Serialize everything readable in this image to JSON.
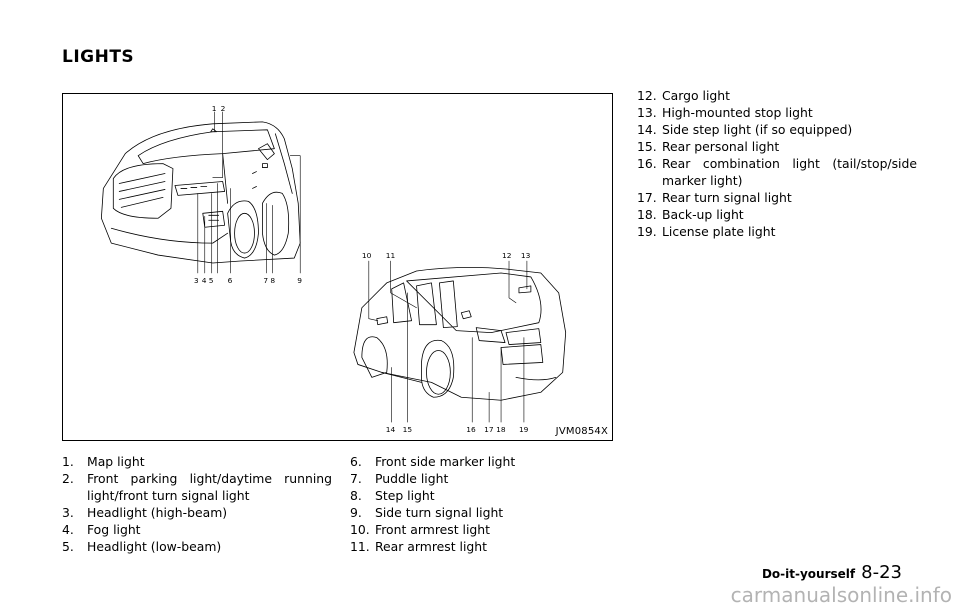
{
  "section_title": "LIGHTS",
  "figure": {
    "code": "JVM0854X",
    "front_callouts": [
      "1",
      "2",
      "3",
      "4",
      "5",
      "6",
      "7",
      "8",
      "9"
    ],
    "rear_callouts": [
      "10",
      "11",
      "12",
      "13",
      "14",
      "15",
      "16",
      "17",
      "18",
      "19"
    ]
  },
  "list_col1": [
    {
      "num": "1.",
      "text": "Map light"
    },
    {
      "num": "2.",
      "text": "Front parking light/daytime running light/front turn signal light"
    },
    {
      "num": "3.",
      "text": "Headlight (high-beam)"
    },
    {
      "num": "4.",
      "text": "Fog light"
    },
    {
      "num": "5.",
      "text": "Headlight (low-beam)"
    }
  ],
  "list_col2": [
    {
      "num": "6.",
      "text": "Front side marker light"
    },
    {
      "num": "7.",
      "text": "Puddle light"
    },
    {
      "num": "8.",
      "text": "Step light"
    },
    {
      "num": "9.",
      "text": "Side turn signal light"
    },
    {
      "num": "10.",
      "text": "Front armrest light"
    },
    {
      "num": "11.",
      "text": "Rear armrest light"
    }
  ],
  "list_col3": [
    {
      "num": "12.",
      "text": "Cargo light"
    },
    {
      "num": "13.",
      "text": "High-mounted stop light"
    },
    {
      "num": "14.",
      "text": "Side step light (if so equipped)"
    },
    {
      "num": "15.",
      "text": "Rear personal light"
    },
    {
      "num": "16.",
      "text": "Rear combination light (tail/stop/side marker light)"
    },
    {
      "num": "17.",
      "text": "Rear turn signal light"
    },
    {
      "num": "18.",
      "text": "Back-up light"
    },
    {
      "num": "19.",
      "text": "License plate light"
    }
  ],
  "footer": {
    "section": "Do-it-yourself",
    "page": "8-23"
  },
  "watermark": "carmanualsonline.info"
}
